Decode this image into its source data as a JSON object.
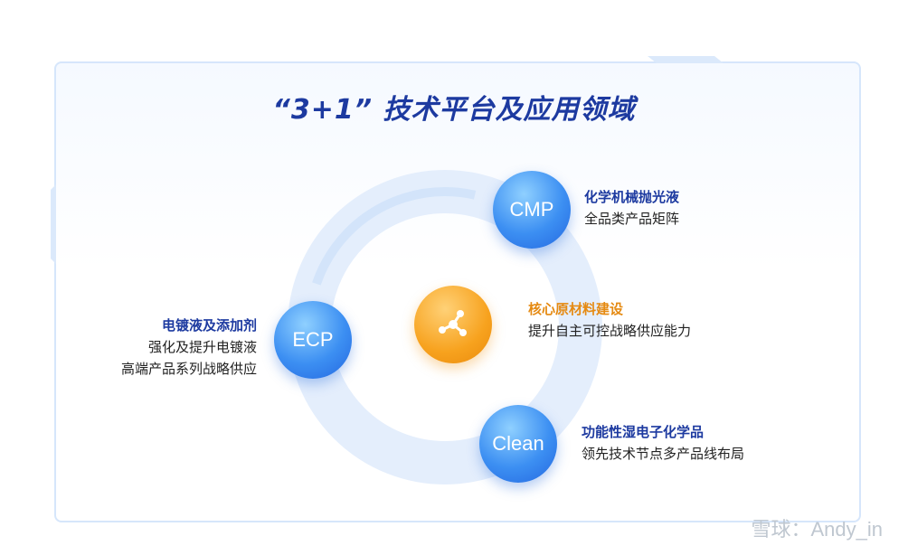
{
  "title": "“3+1” 技术平台及应用领域",
  "nodes": {
    "cmp": {
      "badge": "CMP",
      "heading": "化学机械抛光液",
      "desc": "全品类产品矩阵"
    },
    "ecp": {
      "badge": "ECP",
      "heading": "电镀液及添加剂",
      "desc_line1": "强化及提升电镀液",
      "desc_line2": "高端产品系列战略供应"
    },
    "clean": {
      "badge": "Clean",
      "heading": "功能性湿电子化学品",
      "desc": "领先技术节点多产品线布局"
    },
    "core": {
      "icon": "molecule-icon",
      "heading": "核心原材料建设",
      "desc": "提升自主可控战略供应能力"
    }
  },
  "watermark": "雪球：Andy_in",
  "colors": {
    "title": "#1d3aa0",
    "blue_node": "#3c8ff2",
    "orange_node": "#f7a21e",
    "ring": "#dbe9fb"
  }
}
